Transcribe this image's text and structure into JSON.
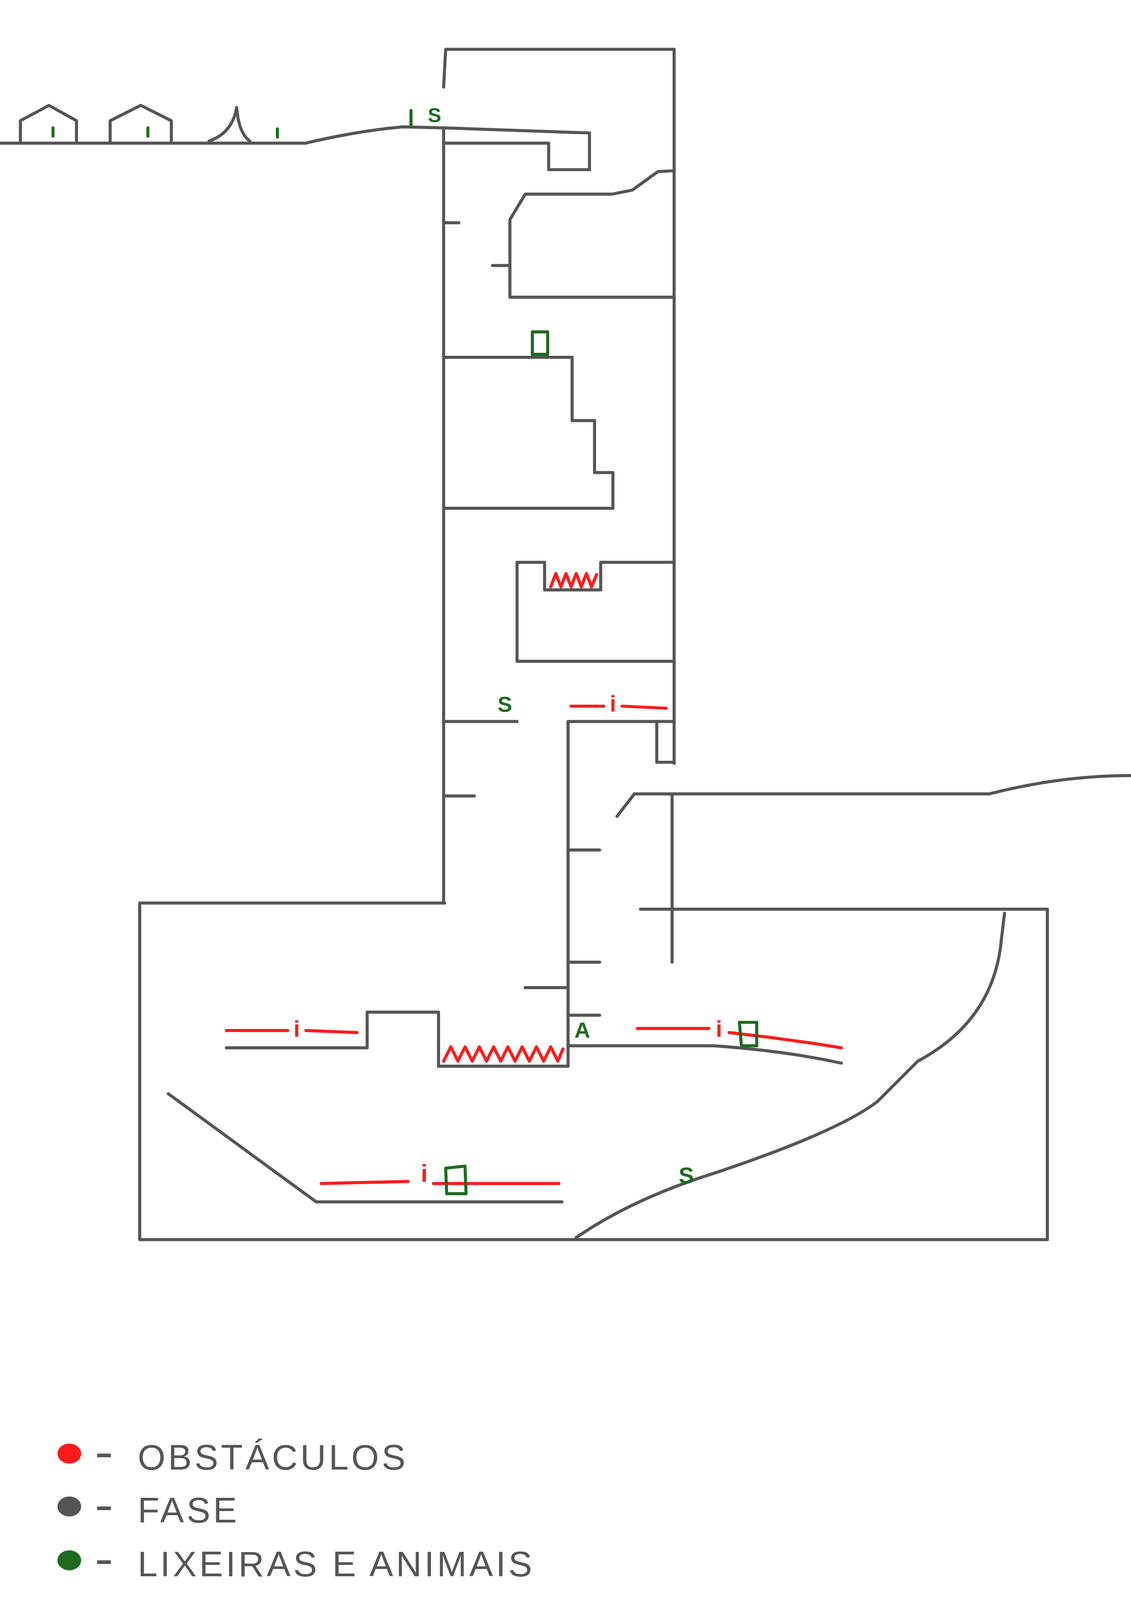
{
  "diagram": {
    "labels": [
      "S",
      "S",
      "i",
      "i",
      "A",
      "i",
      "i",
      "S"
    ],
    "legend": [
      {
        "text": "OBSTÁCULOS",
        "color": "#ff1a1a"
      },
      {
        "text": "FASE",
        "color": "#555555"
      },
      {
        "text": "LIXEIRAS E ANIMAIS",
        "color": "#1e6b1e"
      }
    ]
  }
}
